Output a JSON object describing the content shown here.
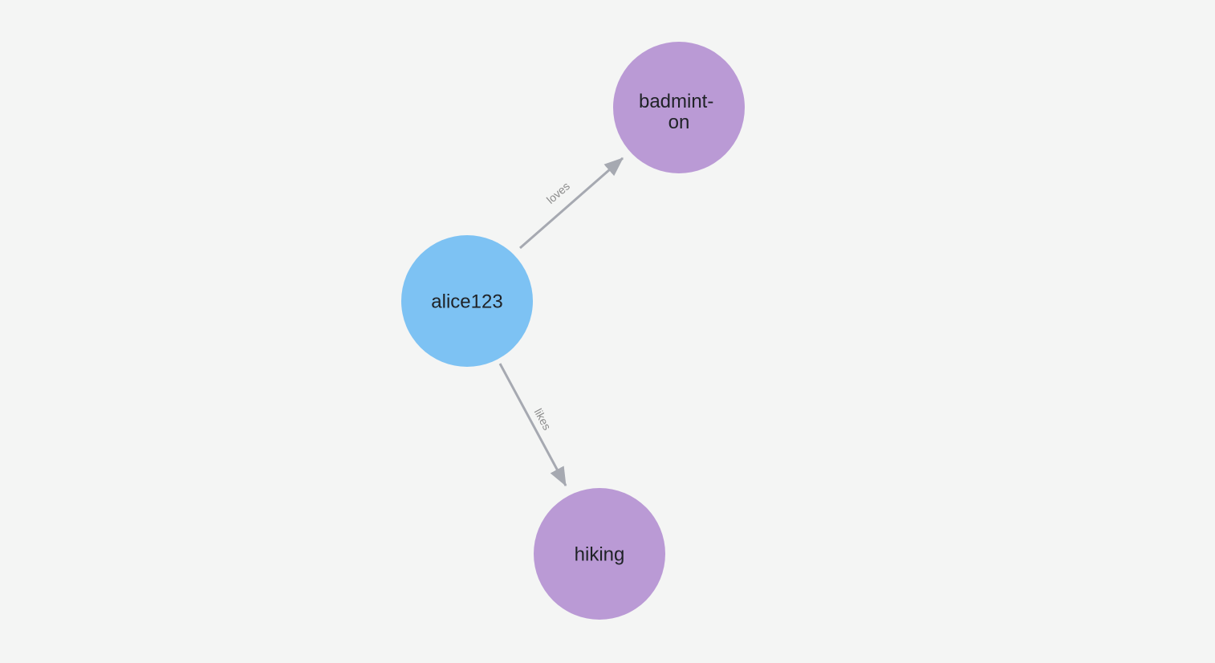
{
  "graph": {
    "style": {
      "background_color": "#f4f5f4",
      "person_node_color": "#7dc2f3",
      "hobby_node_color": "#ba9ad5",
      "node_label_color": "#1f2226",
      "edge_color": "#a6a9b1",
      "edge_label_color": "#8b8b8b"
    },
    "nodes": [
      {
        "id": "alice123",
        "label": "alice123",
        "type": "person"
      },
      {
        "id": "badminton",
        "label": "badminton",
        "line1": "badmint-",
        "line2": "on",
        "type": "hobby"
      },
      {
        "id": "hiking",
        "label": "hiking",
        "type": "hobby"
      }
    ],
    "edges": [
      {
        "from": "alice123",
        "to": "badminton",
        "label": "loves"
      },
      {
        "from": "alice123",
        "to": "hiking",
        "label": "likes"
      }
    ]
  }
}
